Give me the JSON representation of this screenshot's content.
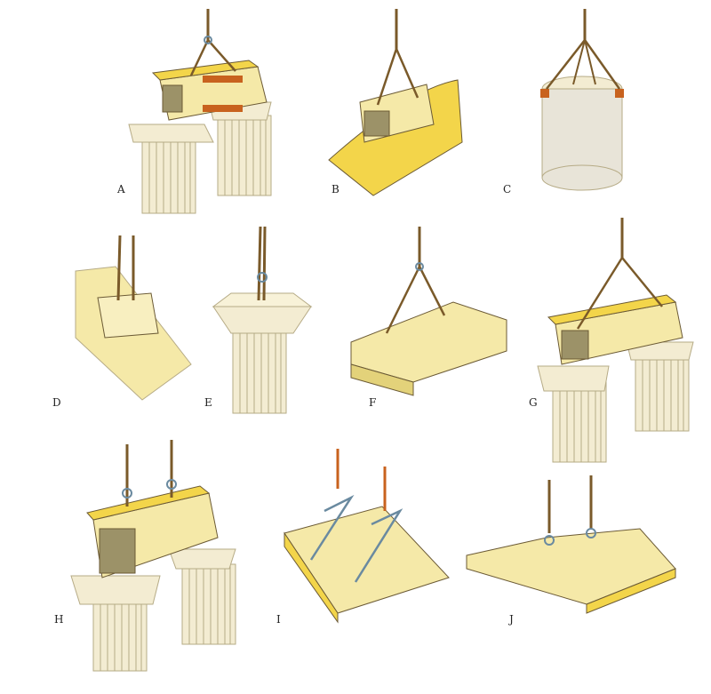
{
  "panels": [
    {
      "id": "A",
      "label": "A",
      "method": "rope slings around lugs on block"
    },
    {
      "id": "B",
      "label": "B",
      "method": "slings through holes in wall block"
    },
    {
      "id": "C",
      "label": "C",
      "method": "column drum with protruding lugs"
    },
    {
      "id": "D",
      "label": "D",
      "method": "lewis hole in wall block"
    },
    {
      "id": "E",
      "label": "E",
      "method": "lewis in capital"
    },
    {
      "id": "F",
      "label": "F",
      "method": "slings under cornice block"
    },
    {
      "id": "G",
      "label": "G",
      "method": "U-shaped channels on architrave end"
    },
    {
      "id": "H",
      "label": "H",
      "method": "two lewises in architrave"
    },
    {
      "id": "I",
      "label": "I",
      "method": "tongs in cuttings on slab"
    },
    {
      "id": "J",
      "label": "J",
      "method": "lewises in roof slab"
    }
  ],
  "colors": {
    "stone": "#f5e9a8",
    "stone_shade": "#e3d27a",
    "stone_bright": "#f3d54a",
    "column": "#f3ecd2",
    "column_line": "#b6ab86",
    "rope": "#7a5a2a",
    "metal": "#6a8aa0",
    "strap": "#c8621e",
    "outline": "#6b5a35"
  }
}
